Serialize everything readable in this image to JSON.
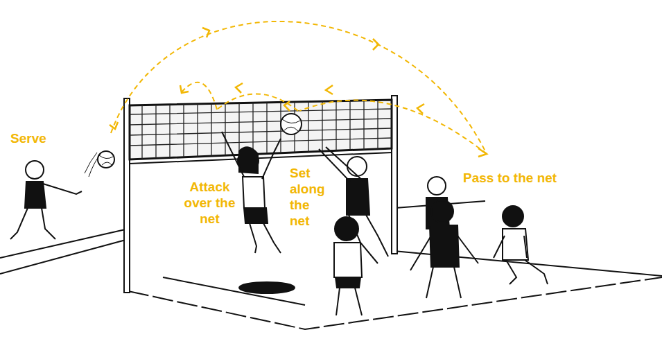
{
  "diagram": {
    "labels": [
      "Serve",
      "Attack over the net",
      "Set along the net",
      "Pass to the net"
    ]
  }
}
